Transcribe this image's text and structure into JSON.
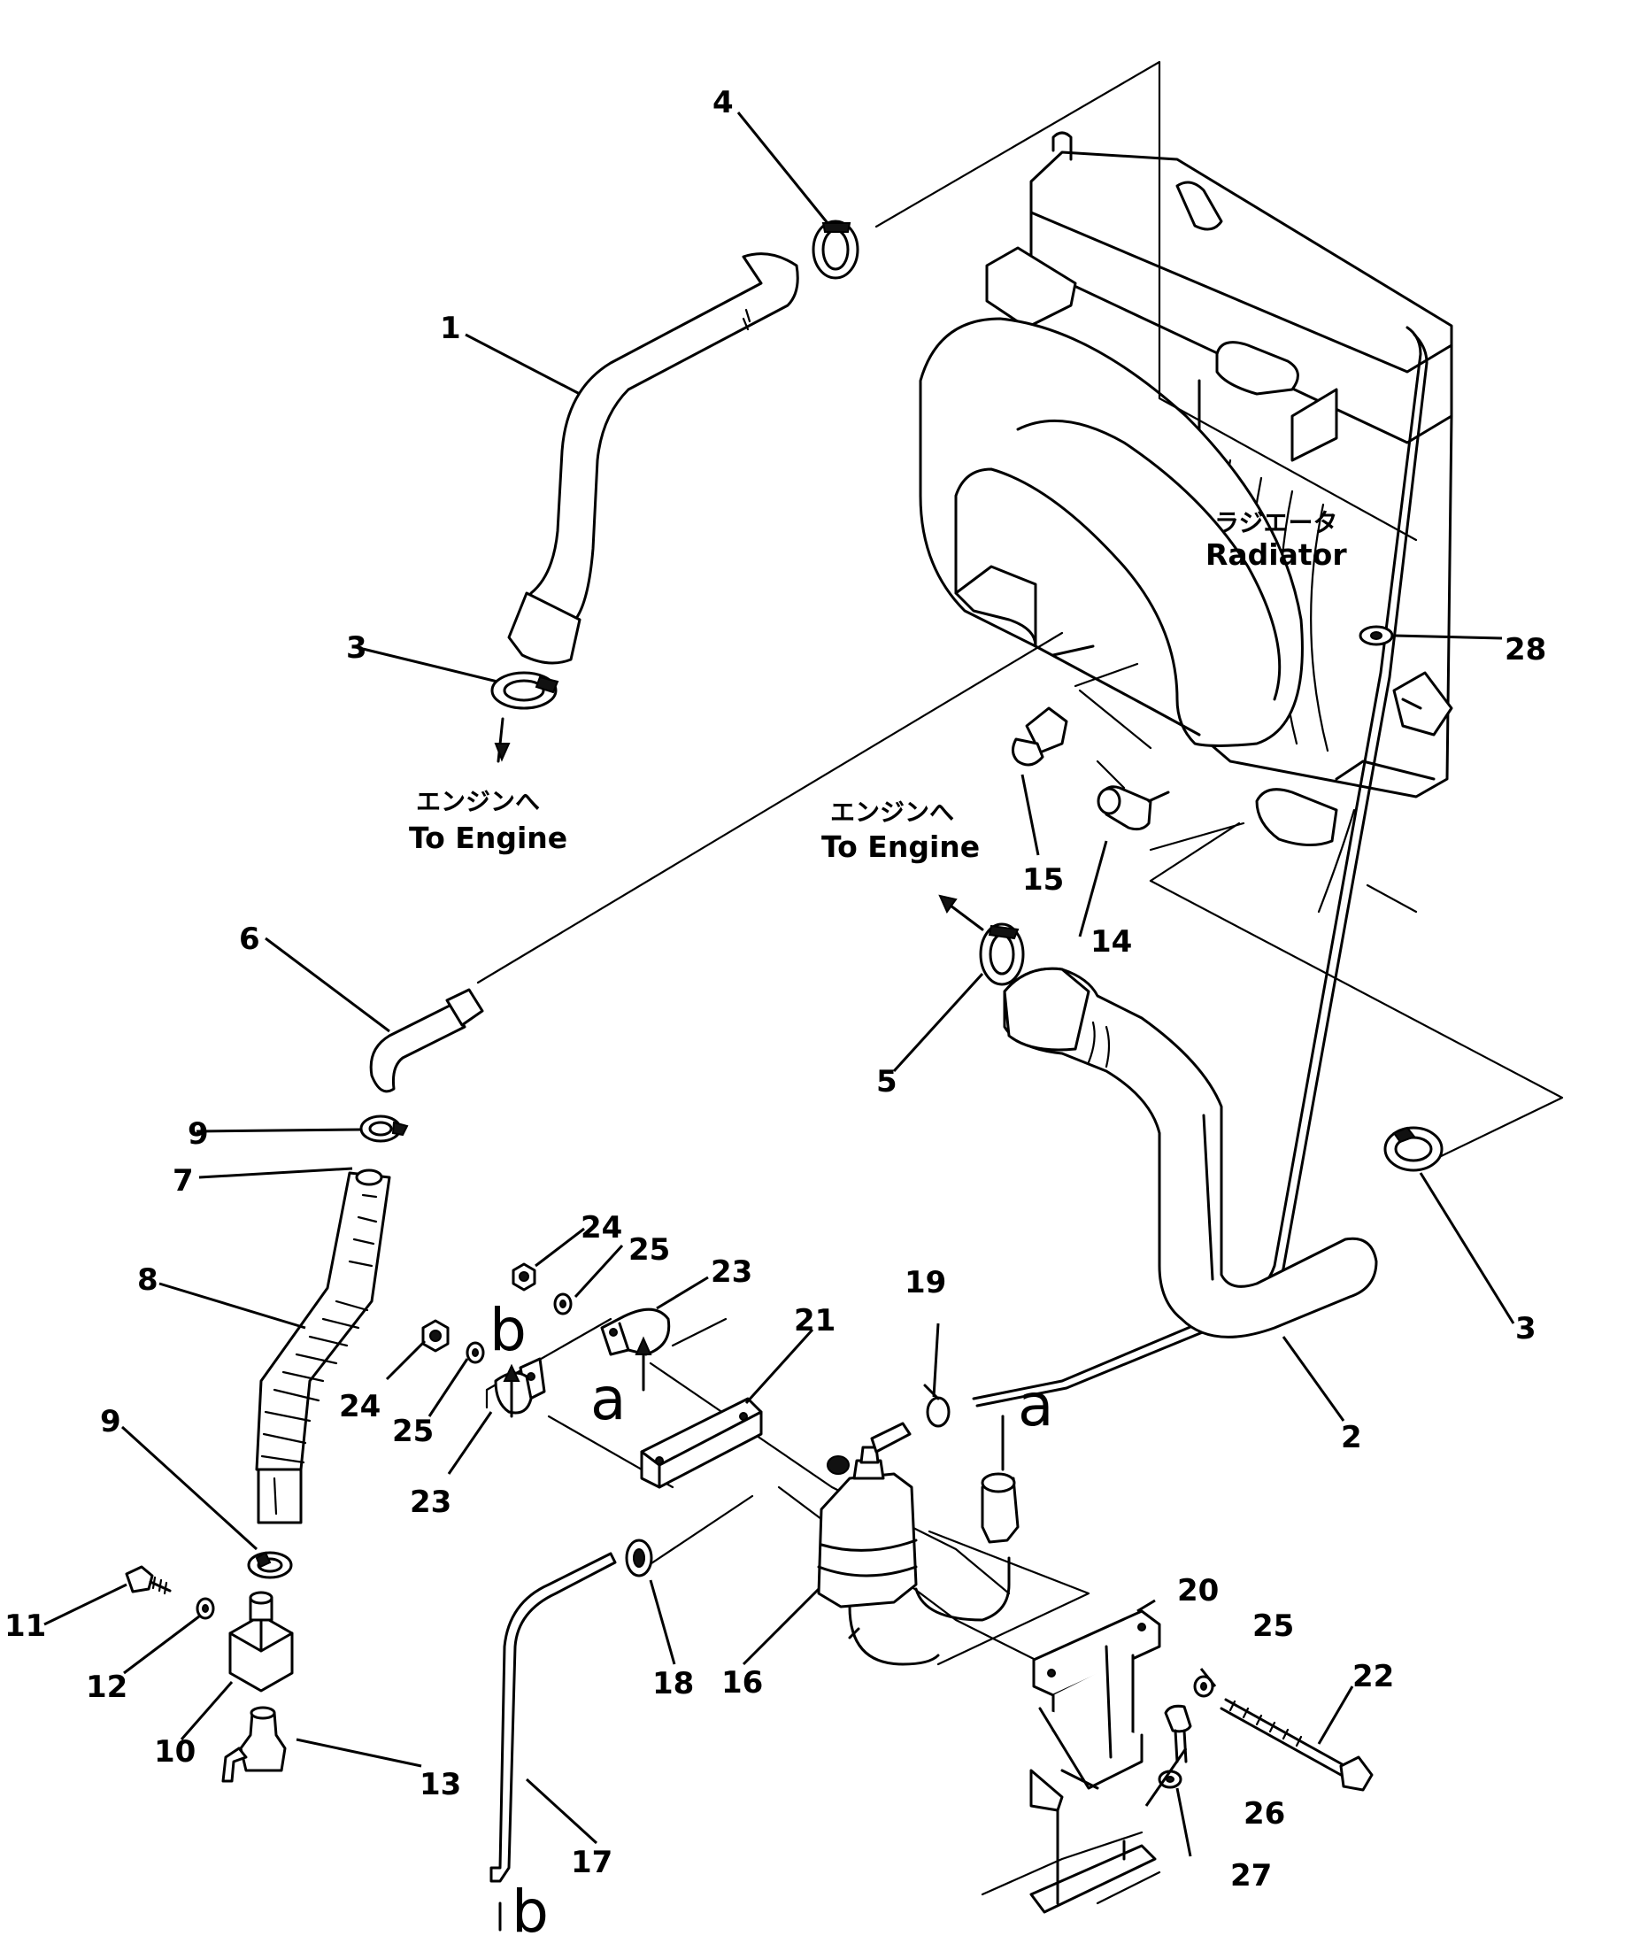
{
  "callouts": {
    "c1": "1",
    "c2": "2",
    "c3a": "3",
    "c3b": "3",
    "c4": "4",
    "c5": "5",
    "c6": "6",
    "c7": "7",
    "c8": "8",
    "c9a": "9",
    "c9b": "9",
    "c10": "10",
    "c11": "11",
    "c12": "12",
    "c13": "13",
    "c14": "14",
    "c15": "15",
    "c16": "16",
    "c17": "17",
    "c18": "18",
    "c19": "19",
    "c20": "20",
    "c21": "21",
    "c22": "22",
    "c23a": "23",
    "c23b": "23",
    "c24a": "24",
    "c24b": "24",
    "c25a": "25",
    "c25b": "25",
    "c25c": "25",
    "c26": "26",
    "c27": "27",
    "c28": "28"
  },
  "labels": {
    "radiator_jp": "ラジエータ",
    "radiator_en": "Radiator",
    "to_engine_left_jp": "エンジンへ",
    "to_engine_left_en": "To  Engine",
    "to_engine_right_jp": "エンジンへ",
    "to_engine_right_en": "To  Engine"
  },
  "refs": {
    "a_upper": "a",
    "a_right": "a",
    "b_upper": "b",
    "b_bottom": "b"
  }
}
